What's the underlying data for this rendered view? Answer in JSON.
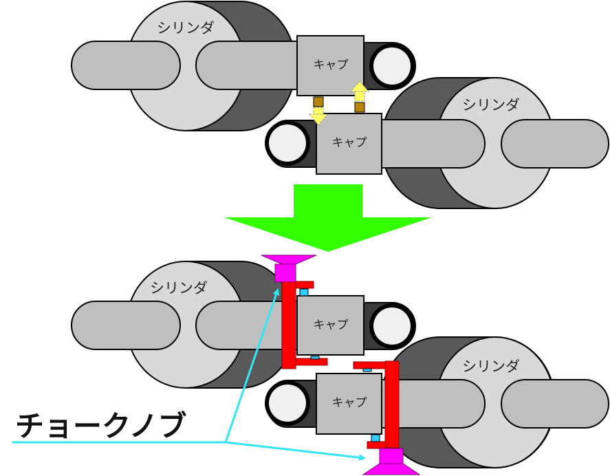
{
  "top_assembly": {
    "cylinder_upper_label": "シリンダ",
    "cylinder_lower_label": "シリンダ",
    "cap_upper_label": "キャプ",
    "cap_lower_label": "キャプ"
  },
  "bottom_assembly": {
    "cylinder_upper_label": "シリンダ",
    "cylinder_lower_label": "シリンダ",
    "cap_upper_label": "キャプ",
    "cap_lower_label": "キャプ"
  },
  "callout": {
    "label": "チョークノブ"
  },
  "colors": {
    "cylinder_face": "#d9d9d9",
    "cylinder_body": "#595959",
    "rod": "#bfbfbf",
    "cap": "#c0c0c0",
    "transition_arrow": "#33ff00",
    "bracket": "#ff0000",
    "knob": "#ff00ff",
    "pin": "#33ccff",
    "callout_line": "#33e5f5",
    "small_arrow": "#ffff66"
  }
}
